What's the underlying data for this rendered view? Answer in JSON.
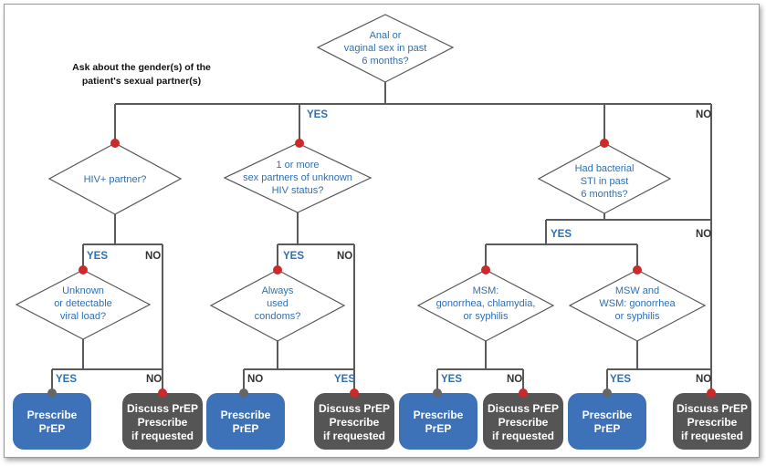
{
  "note": [
    "Ask about the gender(s) of the",
    "patient's sexual partner(s)"
  ],
  "labels": {
    "yes": "YES",
    "no": "NO"
  },
  "questions": {
    "root": [
      "Anal or",
      "vaginal sex in past",
      "6 months?"
    ],
    "hiv_partner": [
      "HIV+ partner?"
    ],
    "unknown_status": [
      "1 or more",
      "sex partners of unknown",
      "HIV status?"
    ],
    "bacterial_sti": [
      "Had bacterial",
      "STI in past",
      "6 months?"
    ],
    "viral_load": [
      "Unknown",
      "or detectable",
      "viral load?"
    ],
    "condoms": [
      "Always",
      "used",
      "condoms?"
    ],
    "msm": [
      "MSM:",
      "gonorrhea, chlamydia,",
      "or syphilis"
    ],
    "msw": [
      "MSW and",
      "WSM: gonorrhea",
      "or syphilis"
    ]
  },
  "outcomes": {
    "prescribe": [
      "Prescribe",
      "PrEP"
    ],
    "discuss": [
      "Discuss PrEP",
      "Prescribe",
      "if requested"
    ]
  },
  "colors": {
    "blue": "#3d72b8",
    "gray": "#555555",
    "red_dot": "#cc2a2a",
    "text_blue": "#2f6fb3"
  }
}
